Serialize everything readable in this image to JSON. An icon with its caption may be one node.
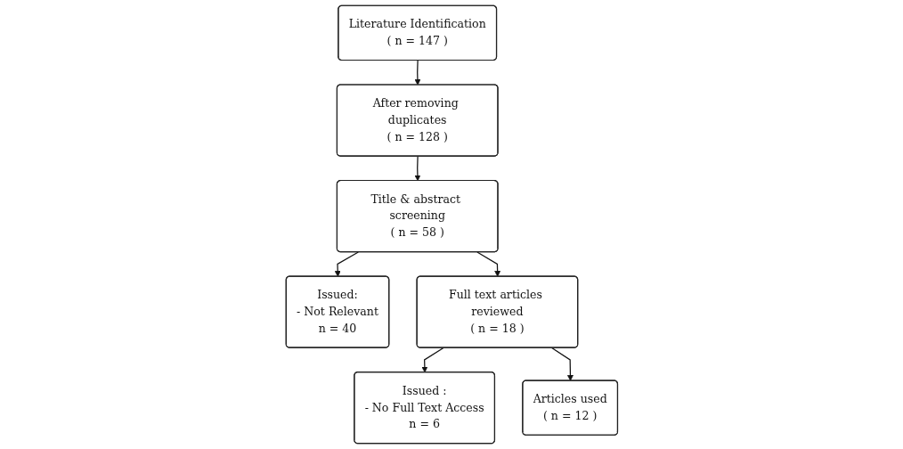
{
  "diagram": {
    "nodes": [
      {
        "text": [
          "Literature Identification",
          "( n = 147 )"
        ]
      },
      {
        "text": [
          "After removing duplicates",
          "( n = 128 )"
        ]
      },
      {
        "text": [
          "Issued:",
          "- Not Relevant",
          "n = 40"
        ]
      },
      {
        "text": [
          "Title & abstract screening",
          "( n = 58 )"
        ]
      },
      {
        "text": [
          "Issued :",
          "- No Full Text Access",
          "n = 6"
        ]
      },
      {
        "text": [
          "Full text articles reviewed",
          "( n = 18 )"
        ]
      },
      {
        "text": [
          "Articles used",
          "( n = 12 )"
        ]
      }
    ],
    "edges": [
      {
        "from": 0,
        "to": 1,
        "arrow": "to"
      },
      {
        "from": 1,
        "to": 3,
        "arrow": "to"
      },
      {
        "from": 3,
        "to": 2,
        "arrow": "to"
      },
      {
        "from": 3,
        "to": 5,
        "arrow": "to"
      },
      {
        "from": 5,
        "to": 4,
        "arrow": "to"
      },
      {
        "from": 5,
        "to": 6,
        "arrow": "to"
      }
    ]
  }
}
